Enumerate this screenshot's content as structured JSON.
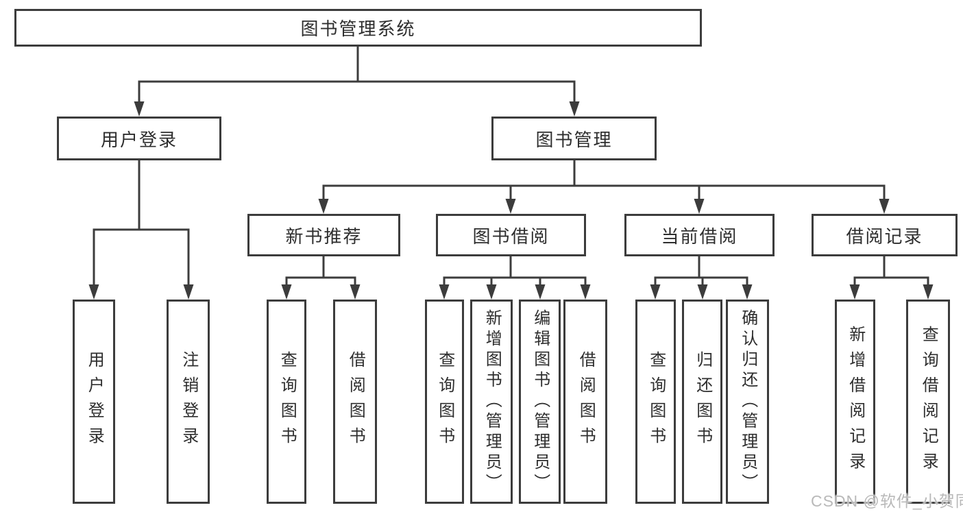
{
  "diagram": {
    "root": {
      "label": "图书管理系统"
    },
    "branches": [
      {
        "label": "用户登录",
        "children": [
          {
            "label": "用户登录"
          },
          {
            "label": "注销登录"
          }
        ]
      },
      {
        "label": "图书管理",
        "groups": [
          {
            "label": "新书推荐",
            "children": [
              {
                "label": "查询图书"
              },
              {
                "label": "借阅图书"
              }
            ]
          },
          {
            "label": "图书借阅",
            "children": [
              {
                "label": "查询图书"
              },
              {
                "label": "新增图书（管理员）"
              },
              {
                "label": "编辑图书（管理员）"
              },
              {
                "label": "借阅图书"
              }
            ]
          },
          {
            "label": "当前借阅",
            "children": [
              {
                "label": "查询图书"
              },
              {
                "label": "归还图书"
              },
              {
                "label": "确认归还（管理员）"
              }
            ]
          },
          {
            "label": "借阅记录",
            "children": [
              {
                "label": "新增借阅记录"
              },
              {
                "label": "查询借阅记录"
              }
            ]
          }
        ]
      }
    ],
    "watermark": "CSDN @软件_小贺同学",
    "colors": {
      "line": "#3c3c3c",
      "text": "#2e2e2e",
      "watermark": "#b9b9b9",
      "background": "#ffffff",
      "box_fill": "#ffffff"
    }
  }
}
